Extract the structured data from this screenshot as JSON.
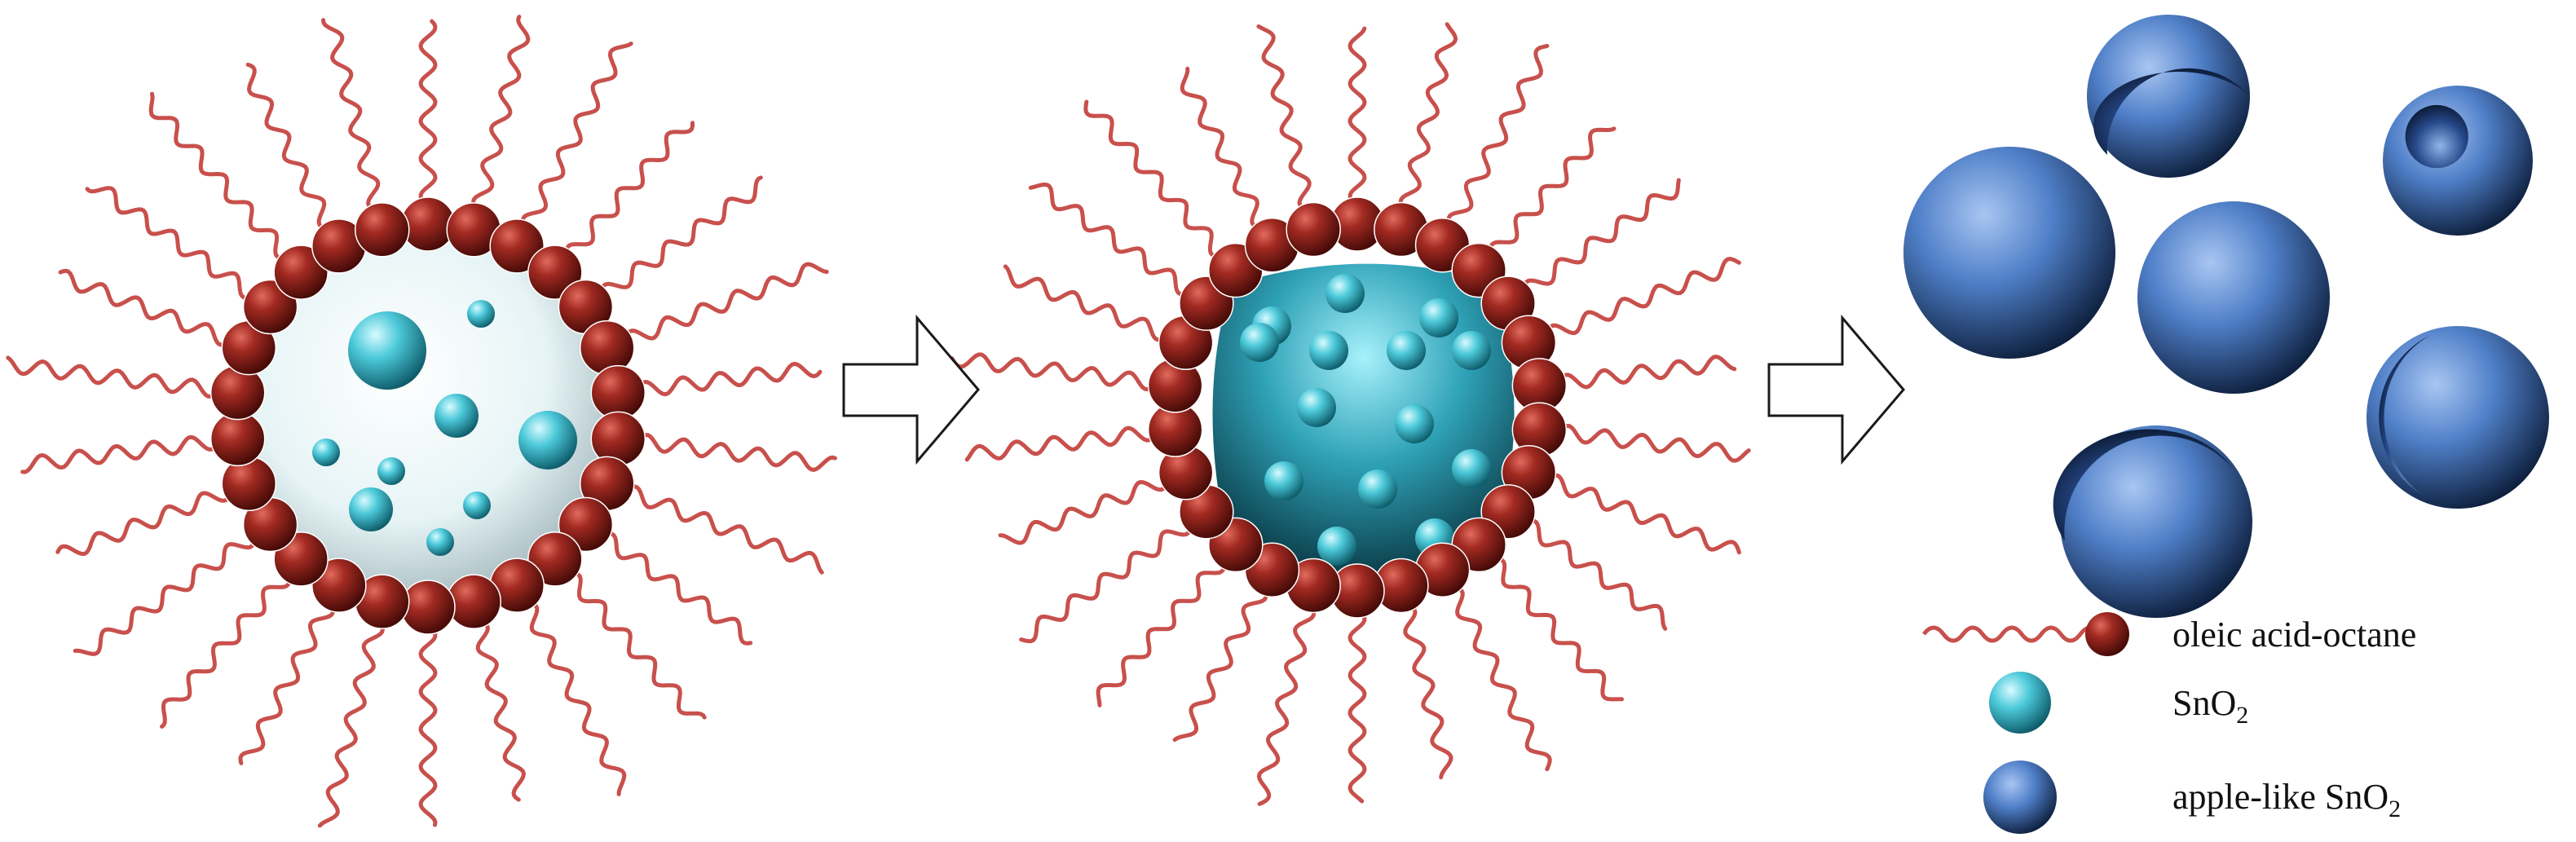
{
  "legend": {
    "items": [
      {
        "key": "surfactant",
        "label": "oleic acid-octane",
        "sub": ""
      },
      {
        "key": "sno2",
        "label": "SnO",
        "sub": "2"
      },
      {
        "key": "apple",
        "label": "apple-like SnO",
        "sub": "2"
      }
    ]
  },
  "colors": {
    "chain": "#c8504c",
    "head": "#8b1a14",
    "sno2": "#3cc6d6",
    "apple": "#4f7fc8",
    "arrow_stroke": "#1a1a1a"
  },
  "icons": [
    "wavy-chain-icon",
    "surfactant-head-icon",
    "sno2-sphere-icon",
    "apple-sphere-icon",
    "process-arrow-icon"
  ]
}
